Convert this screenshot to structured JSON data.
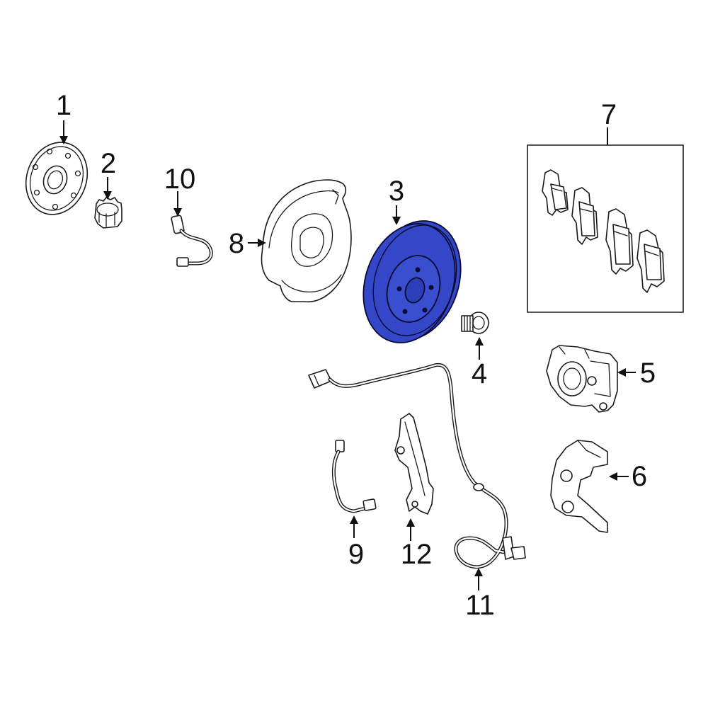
{
  "colors": {
    "highlight": "#3347c8",
    "line": "#1a1a1a",
    "background": "#ffffff"
  },
  "callouts": {
    "hub": "1",
    "nut": "2",
    "rotor": "3",
    "bolt": "4",
    "caliper": "5",
    "caliper_bracket": "6",
    "pad_set": "7",
    "splash_shield": "8",
    "wear_sensor_9": "9",
    "wear_sensor_10": "10",
    "abs_sensor": "11",
    "bracket": "12"
  }
}
